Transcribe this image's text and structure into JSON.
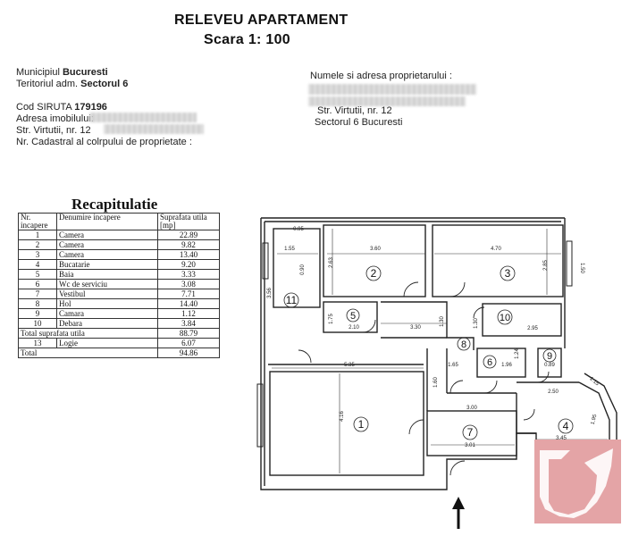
{
  "header": {
    "title": "RELEVEU APARTAMENT",
    "scale": "Scara  1: 100"
  },
  "left_info": [
    {
      "label": "Municipiul ",
      "value": "Bucuresti"
    },
    {
      "label": "Teritoriul adm. ",
      "value": "Sectorul  6"
    },
    {
      "label": "",
      "value": ""
    },
    {
      "label": "Cod SIRUTA ",
      "value": "179196"
    },
    {
      "label": "Adresa imobilului:",
      "value": ""
    },
    {
      "label": "Str. Virtutii, nr. 12",
      "value": ""
    },
    {
      "label": "Nr. Cadastral al colrpului de proprietate :",
      "value": ""
    }
  ],
  "right_info": {
    "owner_label": "Numele si adresa proprietarului :",
    "address_line1": "Str. Virtutii, nr. 12",
    "address_line2": "Sectorul 6 Bucuresti"
  },
  "recap": {
    "title": "Recapitulatie",
    "headers": [
      "Nr. incapere",
      "Denumire incapere",
      "Suprafata utila [mp]"
    ],
    "rows": [
      [
        "1",
        "Camera",
        "22.89"
      ],
      [
        "2",
        "Camera",
        "9.82"
      ],
      [
        "3",
        "Camera",
        "13.40"
      ],
      [
        "4",
        "Bucatarie",
        "9.20"
      ],
      [
        "5",
        "Baia",
        "3.33"
      ],
      [
        "6",
        "Wc de serviciu",
        "3.08"
      ],
      [
        "7",
        "Vestibul",
        "7.71"
      ],
      [
        "8",
        "Hol",
        "14.40"
      ],
      [
        "9",
        "Camara",
        "1.12"
      ],
      [
        "10",
        "Debara",
        "3.84"
      ]
    ],
    "total_util_label": "Total suprafata utila",
    "total_util_value": "88.79",
    "logie_row": [
      "13",
      "Logie",
      "6.07"
    ],
    "total_label": "Total",
    "total_value": "94.86"
  },
  "plan": {
    "room_numbers": [
      "1",
      "2",
      "3",
      "4",
      "5",
      "6",
      "7",
      "8",
      "9",
      "10",
      "11"
    ],
    "dimensions": {
      "d_095": "0.95",
      "d_155": "1.55",
      "d_360": "3.60",
      "d_470": "4.70",
      "d_263": "2.63",
      "d_285": "2.85",
      "d_356": "3.56",
      "d_150": "1.50",
      "d_090a": "0.90",
      "d_175": "1.75",
      "d_210": "2.10",
      "d_330": "3.30",
      "d_130a": "1.30",
      "d_130b": "1.30",
      "d_295": "2.95",
      "d_535": "5.35",
      "d_165": "1.65",
      "d_196": "1.96",
      "d_089": "0.89",
      "d_160": "1.60",
      "d_416": "4.16",
      "d_300": "3.00",
      "d_250": "2.50",
      "d_301": "3.01",
      "d_345": "3.45",
      "d_195": "1.95",
      "d_124": "1.24",
      "d_115": "1.15"
    }
  },
  "colors": {
    "logo_bg": "#e4a4a6",
    "line": "#222222"
  }
}
